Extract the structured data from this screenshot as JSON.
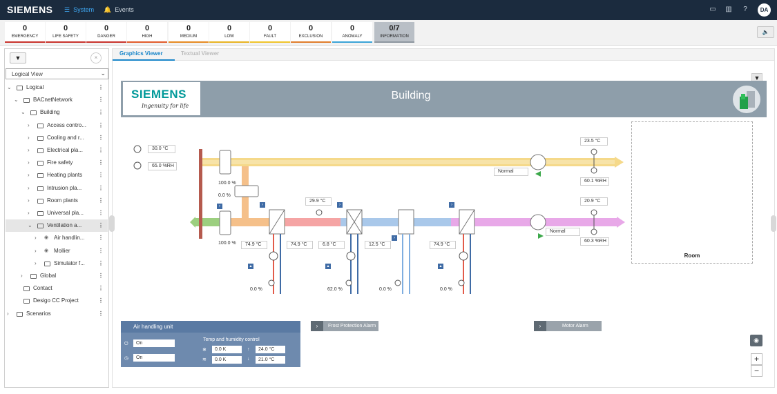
{
  "header": {
    "brand": "SIEMENS",
    "nav": [
      {
        "label": "System"
      },
      {
        "label": "Events"
      }
    ],
    "user_initials": "DA"
  },
  "alarms": [
    {
      "count": "0",
      "label": "EMERGENCY",
      "color": "#c8322c"
    },
    {
      "count": "0",
      "label": "LIFE SAFETY",
      "color": "#c8322c"
    },
    {
      "count": "0",
      "label": "DANGER",
      "color": "#c8322c"
    },
    {
      "count": "0",
      "label": "HIGH",
      "color": "#e25b2a"
    },
    {
      "count": "0",
      "label": "MEDIUM",
      "color": "#e68a22"
    },
    {
      "count": "0",
      "label": "LOW",
      "color": "#e8b322"
    },
    {
      "count": "0",
      "label": "FAULT",
      "color": "#f0c42a"
    },
    {
      "count": "0",
      "label": "EXCLUSION",
      "color": "#e07c2a"
    },
    {
      "count": "0",
      "label": "ANOMALY",
      "color": "#3aa3d6"
    },
    {
      "count": "0/7",
      "label": "INFORMATION",
      "color": "#8e979f"
    }
  ],
  "sidebar": {
    "view_select": "Logical View",
    "tree": [
      {
        "label": "Logical",
        "level": 0,
        "expanded": true
      },
      {
        "label": "BACnetNetwork",
        "level": 1,
        "expanded": true
      },
      {
        "label": "Building",
        "level": 2,
        "expanded": true
      },
      {
        "label": "Access contro...",
        "level": 3
      },
      {
        "label": "Cooling and r...",
        "level": 3
      },
      {
        "label": "Electrical pla...",
        "level": 3
      },
      {
        "label": "Fire safety",
        "level": 3
      },
      {
        "label": "Heating plants",
        "level": 3
      },
      {
        "label": "Intrusion pla...",
        "level": 3
      },
      {
        "label": "Room plants",
        "level": 3
      },
      {
        "label": "Universal pla...",
        "level": 3
      },
      {
        "label": "Ventilation a...",
        "level": 3,
        "expanded": true,
        "selected": true
      },
      {
        "label": "Air handlin...",
        "level": 4,
        "type": "node"
      },
      {
        "label": "Mollier",
        "level": 4,
        "type": "node"
      },
      {
        "label": "Simulator f...",
        "level": 4
      },
      {
        "label": "Global",
        "level": 2
      },
      {
        "label": "Contact",
        "level": 1
      },
      {
        "label": "Desigo CC Project",
        "level": 1
      },
      {
        "label": "Scenarios",
        "level": 0
      }
    ]
  },
  "tabs": [
    {
      "label": "Graphics Viewer",
      "active": true
    },
    {
      "label": "Textual Viewer",
      "active": false
    }
  ],
  "graphic": {
    "title": "Building",
    "logo_brand": "SIEMENS",
    "logo_tagline": "Ingenuity for life",
    "room_label": "Room",
    "outside_temp": "30.0 °C",
    "outside_humidity": "65.0 %RH",
    "exhaust_damper": "100.0 %",
    "recirc_damper": "0.0 %",
    "supply_damper": "100.0 %",
    "extract_temp": "23.5 °C",
    "extract_humidity": "60.1 %RH",
    "extract_fan_status": "Normal",
    "supply_temp": "20.9 °C",
    "supply_humidity": "60.3 %RH",
    "supply_fan_status": "Normal",
    "after_preheat_temp": "29.9 °C",
    "heat_recovery_temp": "74.9 °C",
    "heat_recovery_return": "74.9 °C",
    "cooler_in_temp": "6.8 °C",
    "cooler_out_temp": "12.5 °C",
    "reheater_temp": "74.9 °C",
    "valve1": "0.0 %",
    "valve2": "62.0 %",
    "valve3": "0.0 %",
    "valve4": "0.0 %"
  },
  "ahu_panel": {
    "title": "Air handling unit",
    "status1": "On",
    "status2": "On",
    "control_title": "Temp and humidity control",
    "cooling_k": "0.0 K",
    "heating_k": "0.0 K",
    "high_setpoint": "24.0 °C",
    "low_setpoint": "21.0 °C"
  },
  "alarm_buttons": {
    "frost": "Frost Protection Alarm",
    "motor": "Motor Alarm"
  },
  "zoom": {
    "in": "+",
    "out": "−"
  }
}
